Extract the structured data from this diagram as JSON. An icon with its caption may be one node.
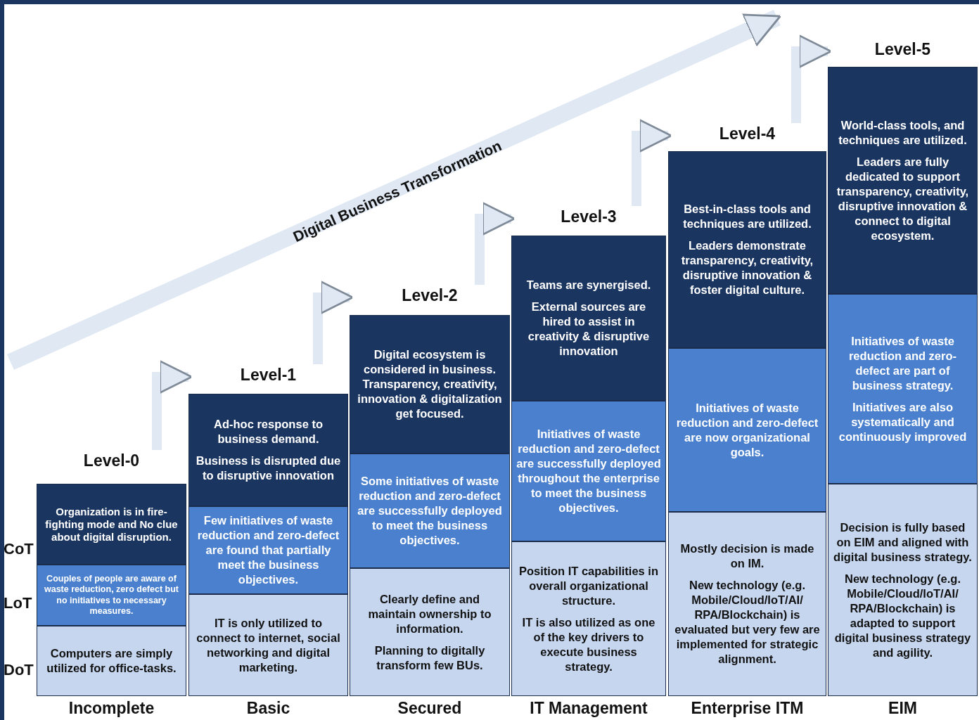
{
  "diagram": {
    "nodes": [
      {
        "text": [
          "Level-0"
        ],
        "beside": [
          "Incomplete"
        ]
      },
      {
        "text": [
          "Organization is in fire-fighting mode and No clue about digital disruption."
        ],
        "in": 0
      },
      {
        "text": [
          "Couples of people are aware of waste reduction, zero defect but no initiatives to necessary measures."
        ],
        "in": 0
      },
      {
        "text": [
          "Computers are simply utilized for office-tasks."
        ],
        "in": 0
      },
      {
        "text": [
          "Level-1"
        ],
        "beside": [
          "Basic"
        ]
      },
      {
        "text": [
          "Ad-hoc response to business demand.",
          "Business is disrupted due to disruptive innovation"
        ],
        "in": 4
      },
      {
        "text": [
          "Few initiatives of waste reduction and zero-defect are found that partially meet the business objectives."
        ],
        "in": 4
      },
      {
        "text": [
          "IT is only utilized to connect to internet, social networking and digital marketing."
        ],
        "in": 4
      },
      {
        "text": [
          "Level-2"
        ],
        "beside": [
          "Secured"
        ]
      },
      {
        "text": [
          "Digital ecosystem is considered in business. Transparency, creativity, innovation & digitalization get focused."
        ],
        "in": 8
      },
      {
        "text": [
          "Some initiatives of waste reduction and zero-defect are successfully deployed to meet the business objectives."
        ],
        "in": 8
      },
      {
        "text": [
          "Clearly define and maintain ownership to information.",
          "Planning to digitally transform few BUs."
        ],
        "in": 8
      },
      {
        "text": [
          "Level-3"
        ],
        "beside": [
          "IT Management"
        ]
      },
      {
        "text": [
          "Teams are synergised.",
          "External sources are hired to assist in creativity & disruptive innovation"
        ],
        "in": 12
      },
      {
        "text": [
          "Initiatives of waste reduction and zero-defect are successfully deployed throughout the enterprise to meet the business objectives."
        ],
        "in": 12
      },
      {
        "text": [
          "Position IT capabilities in overall organizational structure.",
          "IT is also utilized as one of the key drivers to execute business strategy."
        ],
        "in": 12
      },
      {
        "text": [
          "Level-4"
        ],
        "beside": [
          "Enterprise ITM"
        ]
      },
      {
        "text": [
          "Best-in-class tools and techniques are utilized.",
          "Leaders demonstrate transparency, creativity, disruptive innovation & foster digital culture."
        ],
        "in": 16
      },
      {
        "text": [
          "Initiatives of waste reduction and zero-defect are now organizational goals."
        ],
        "in": 16
      },
      {
        "text": [
          "Mostly decision is made on IM.",
          "New technology (e.g. Mobile/Cloud/IoT/AI/ RPA/Blockchain) is evaluated but very few are implemented for strategic alignment."
        ],
        "in": 16
      },
      {
        "text": [
          "Level-5"
        ],
        "beside": [
          "EIM"
        ]
      },
      {
        "text": [
          "World-class tools, and techniques are utilized.",
          "Leaders are fully dedicated to support transparency, creativity, disruptive innovation & connect to digital ecosystem."
        ],
        "in": 20
      },
      {
        "text": [
          "Initiatives of waste reduction and zero-defect are part of business strategy.",
          "Initiatives are also systematically and continuously improved"
        ],
        "in": 20
      },
      {
        "text": [
          "Decision is fully based on EIM and aligned with digital business strategy.",
          "New technology (e.g. Mobile/Cloud/IoT/AI/ RPA/Blockchain) is adapted to support digital business strategy and agility."
        ],
        "in": 20
      }
    ],
    "edges": [
      {
        "from": 0,
        "to": 4,
        "arrow": "to"
      },
      {
        "from": 4,
        "to": 8,
        "arrow": "to"
      },
      {
        "from": 8,
        "to": 12,
        "arrow": "to"
      },
      {
        "from": 12,
        "to": 16,
        "arrow": "to"
      },
      {
        "from": 16,
        "to": 20,
        "arrow": "to"
      }
    ],
    "labels": [
      "Digital Business Transformation",
      "CoT",
      "LoT",
      "DoT"
    ]
  }
}
